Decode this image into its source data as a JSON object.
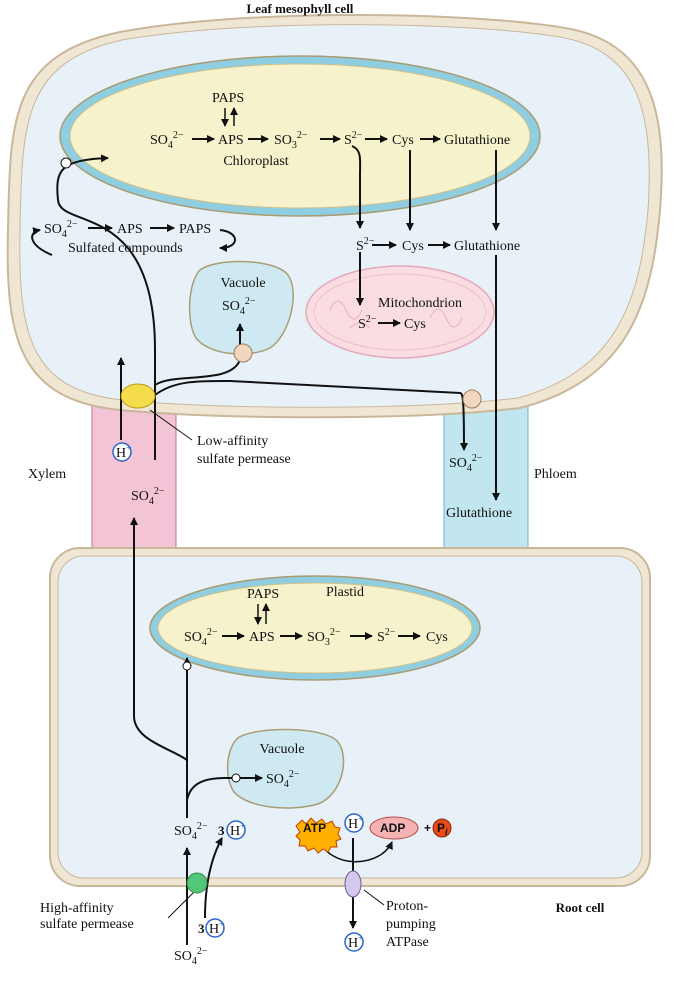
{
  "labels": {
    "leaf_cell": "Leaf mesophyll cell",
    "root_cell": "Root cell",
    "xylem": "Xylem",
    "phloem": "Phloem",
    "chloroplast": "Chloroplast",
    "mitochondrion": "Mitochondrion",
    "vacuole_leaf": "Vacuole",
    "vacuole_root": "Vacuole",
    "plastid": "Plastid",
    "low_affinity_1": "Low-affinity",
    "low_affinity_2": "sulfate permease",
    "high_affinity_1": "High-affinity",
    "high_affinity_2": "sulfate permease",
    "proton_pump_1": "Proton-",
    "proton_pump_2": "pumping",
    "proton_pump_3": "ATPase",
    "sulfated_compounds": "Sulfated compounds"
  },
  "chem": {
    "so4": "SO",
    "so4_sub": "4",
    "so4_sup": "2−",
    "so3": "SO",
    "so3_sub": "3",
    "so3_sup": "2−",
    "s": "S",
    "s_sup": "2−",
    "aps": "APS",
    "paps": "PAPS",
    "cys": "Cys",
    "glutathione": "Glutathione",
    "h": "H",
    "h_sup": "+",
    "three": "3",
    "atp": "ATP",
    "adp": "ADP",
    "plus": "+",
    "p": "P",
    "p_sub": "i"
  },
  "colors": {
    "cell_fill": "#e9f1f8",
    "cell_stroke": "#c9b79a",
    "chloroplast_fill": "#f6f2cc",
    "chloroplast_ring": "#8fcde0",
    "mito_fill": "#f9dde3",
    "vacuole_fill": "#cfe9f3",
    "xylem_fill": "#f3c4d6",
    "phloem_fill": "#c2e6f0",
    "permease_low": "#f5dc4a",
    "permease_high": "#52c77a",
    "transporter": "#f2d7c0",
    "atpase": "#d4c8ec",
    "h_ring": "#2b66c9",
    "atp_fill": "#ffb000",
    "adp_fill": "#f5b3b3",
    "pi_fill": "#e84a1a"
  }
}
